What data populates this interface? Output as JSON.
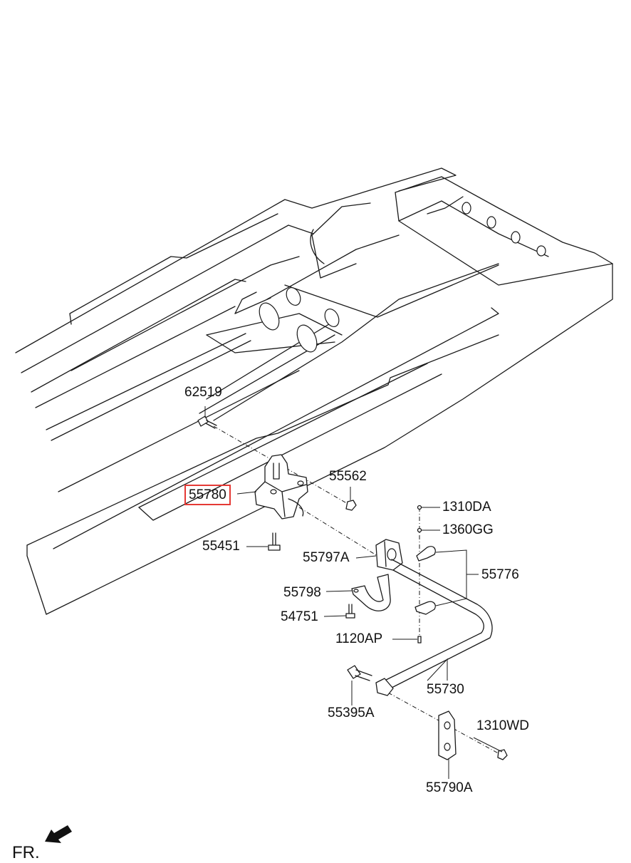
{
  "highlight_color": "#e53935",
  "labels": {
    "p62519": "62519",
    "p55562": "55562",
    "p55780": "55780",
    "p55451": "55451",
    "p1310DA": "1310DA",
    "p1360GG": "1360GG",
    "p55797A": "55797A",
    "p55776": "55776",
    "p55798": "55798",
    "p54751": "54751",
    "p1120AP": "1120AP",
    "p55730": "55730",
    "p55395A": "55395A",
    "p1310WD": "1310WD",
    "p55790A": "55790A"
  },
  "highlighted_part": "55780",
  "orientation": {
    "label": "FR.",
    "icon": "front-direction-arrow-icon"
  }
}
